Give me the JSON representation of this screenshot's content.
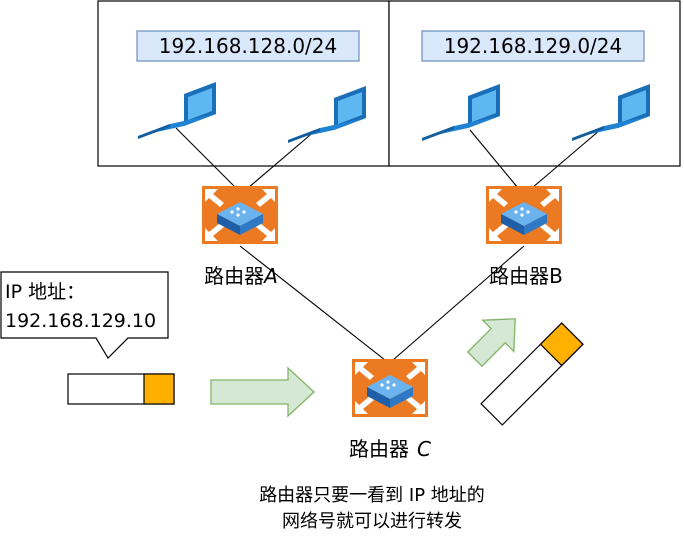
{
  "networks": {
    "left": {
      "label": "192.168.128.0/24"
    },
    "right": {
      "label": "192.168.129.0/24"
    }
  },
  "routers": {
    "a": {
      "name": "路由器",
      "suffix": "A"
    },
    "b": {
      "name": "路由器B"
    },
    "c": {
      "name": "路由器",
      "suffix": "C"
    }
  },
  "callout": {
    "line1": "IP 地址：",
    "line2": "192.168.129.10"
  },
  "caption": {
    "line1": "路由器只要一看到 IP 地址的",
    "line2": "网络号就可以进行转发"
  },
  "icons": {
    "router": "router-icon",
    "computer": "laptop-icon",
    "arrow": "forward-arrow-icon",
    "packet": "packet-icon"
  },
  "colors": {
    "router_orange": "#ec7a23",
    "router_body_blue": "#2f78c4",
    "laptop_blue": "#2a86d6",
    "network_label_fill": "#dae8fc",
    "network_label_border": "#6c8ebf",
    "arrow_fill": "#d5e8d4",
    "arrow_border": "#82b366",
    "packet_header": "#ffb000"
  }
}
